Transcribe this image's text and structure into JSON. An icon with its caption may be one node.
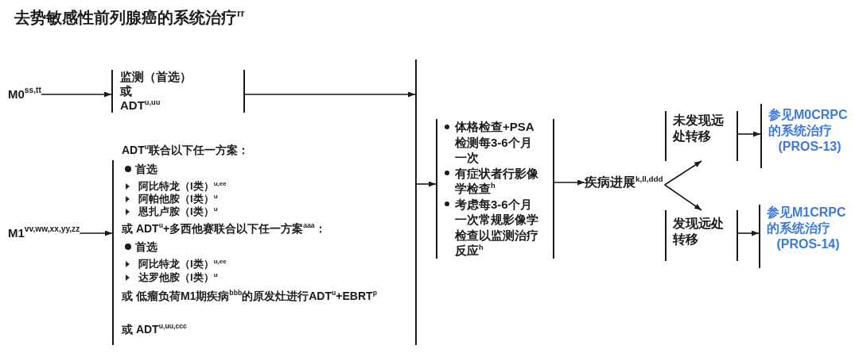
{
  "diagram": {
    "title": "去势敏感性前列腺癌的系统治疗$^{rr}$",
    "nodes": [
      {
        "text": [
          "M0$^{ss,tt}$"
        ]
      },
      {
        "text": [
          "监测（首选）",
          "或",
          "ADT$^{u,uu}$"
        ]
      },
      {
        "text": [
          "M1$^{vv,ww,xx,yy,zz}$"
        ]
      },
      {
        "text": [
          "ADT$^{u}$联合以下任一方案：",
          "首选",
          "阿比特龙（I类）$^{u,ee}$",
          "阿帕他胺（I类）$^{u}$",
          "恩扎卢胺（I类）$^{u}$",
          "或 ADT$^{u}$+多西他赛联合以下任一方案$^{aaa}$：",
          "首选",
          "阿比特龙（I类）$^{u,ee}$",
          "达罗他胺（I类）$^{u}$",
          "或 低瘤负荷M1期疾病$^{bbb}$的原发灶进行ADT$^{u}$+EBRT$^{p}$",
          "或 ADT$^{u,uu,ccc}$"
        ]
      },
      {
        "text": [],
        "shape": "bar"
      },
      {
        "text": [
          "体格检查+PSA检测每3-6个月一次",
          "有症状者行影像学检查$^{h}$",
          "考虑每3-6个月一次常规影像学检查以监测治疗反应$^{h}$"
        ]
      },
      {
        "text": [
          "疾病进展$^{k,ll,ddd}$"
        ]
      },
      {
        "text": [
          "未发现远处转移"
        ]
      },
      {
        "text": [
          "参见M0CRPC的系统治疗",
          "(PROS-13)"
        ]
      },
      {
        "text": [
          "发现远处转移"
        ]
      },
      {
        "text": [
          "参见M1CRPC的系统治疗",
          "(PROS-14)"
        ]
      }
    ],
    "edges": [
      {
        "from": 0,
        "to": 1,
        "arrow": "to"
      },
      {
        "from": 1,
        "to": 4,
        "arrow": "to"
      },
      {
        "from": 2,
        "to": 3,
        "arrow": "to"
      },
      {
        "from": 4,
        "to": 5,
        "arrow": "to"
      },
      {
        "from": 5,
        "to": 6,
        "arrow": "to"
      },
      {
        "from": 6,
        "to": 7,
        "arrow": "to"
      },
      {
        "from": 6,
        "to": 9,
        "arrow": "to"
      },
      {
        "from": 7,
        "to": 8,
        "arrow": "to"
      },
      {
        "from": 9,
        "to": 10,
        "arrow": "to"
      }
    ]
  }
}
